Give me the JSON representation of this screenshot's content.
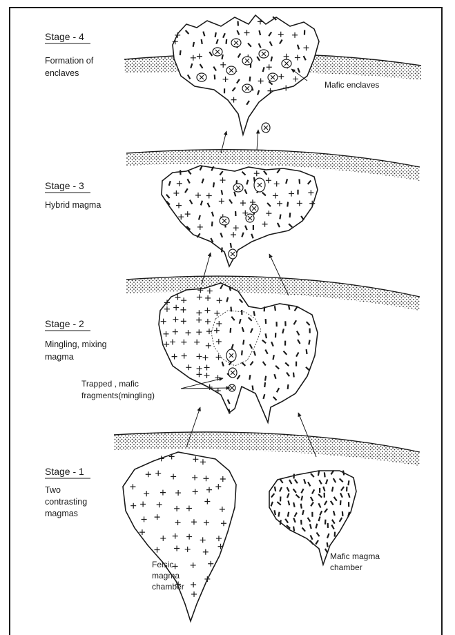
{
  "stages": [
    {
      "title": "Stage - 4",
      "caption": [
        "Formation of",
        "enclaves"
      ]
    },
    {
      "title": "Stage - 3",
      "caption": [
        "Hybrid magma"
      ]
    },
    {
      "title": "Stage - 2",
      "caption": [
        "Mingling, mixing",
        "magma"
      ]
    },
    {
      "title": "Stage - 1",
      "caption": [
        "Two",
        "contrasting",
        "magmas"
      ]
    }
  ],
  "annotations": {
    "mafic_enclaves": "Mafic enclaves",
    "trapped": [
      "Trapped , mafic",
      "fragments(mingling)"
    ],
    "felsic": [
      "Felsic",
      "magma",
      "chamber"
    ],
    "mafic_chamber": [
      "Mafic magma",
      "chamber"
    ]
  },
  "colors": {
    "ink": "#1a1a1a",
    "paper": "#ffffff"
  },
  "symbols": {
    "felsic_marker": "+",
    "mafic_marker": "-"
  }
}
